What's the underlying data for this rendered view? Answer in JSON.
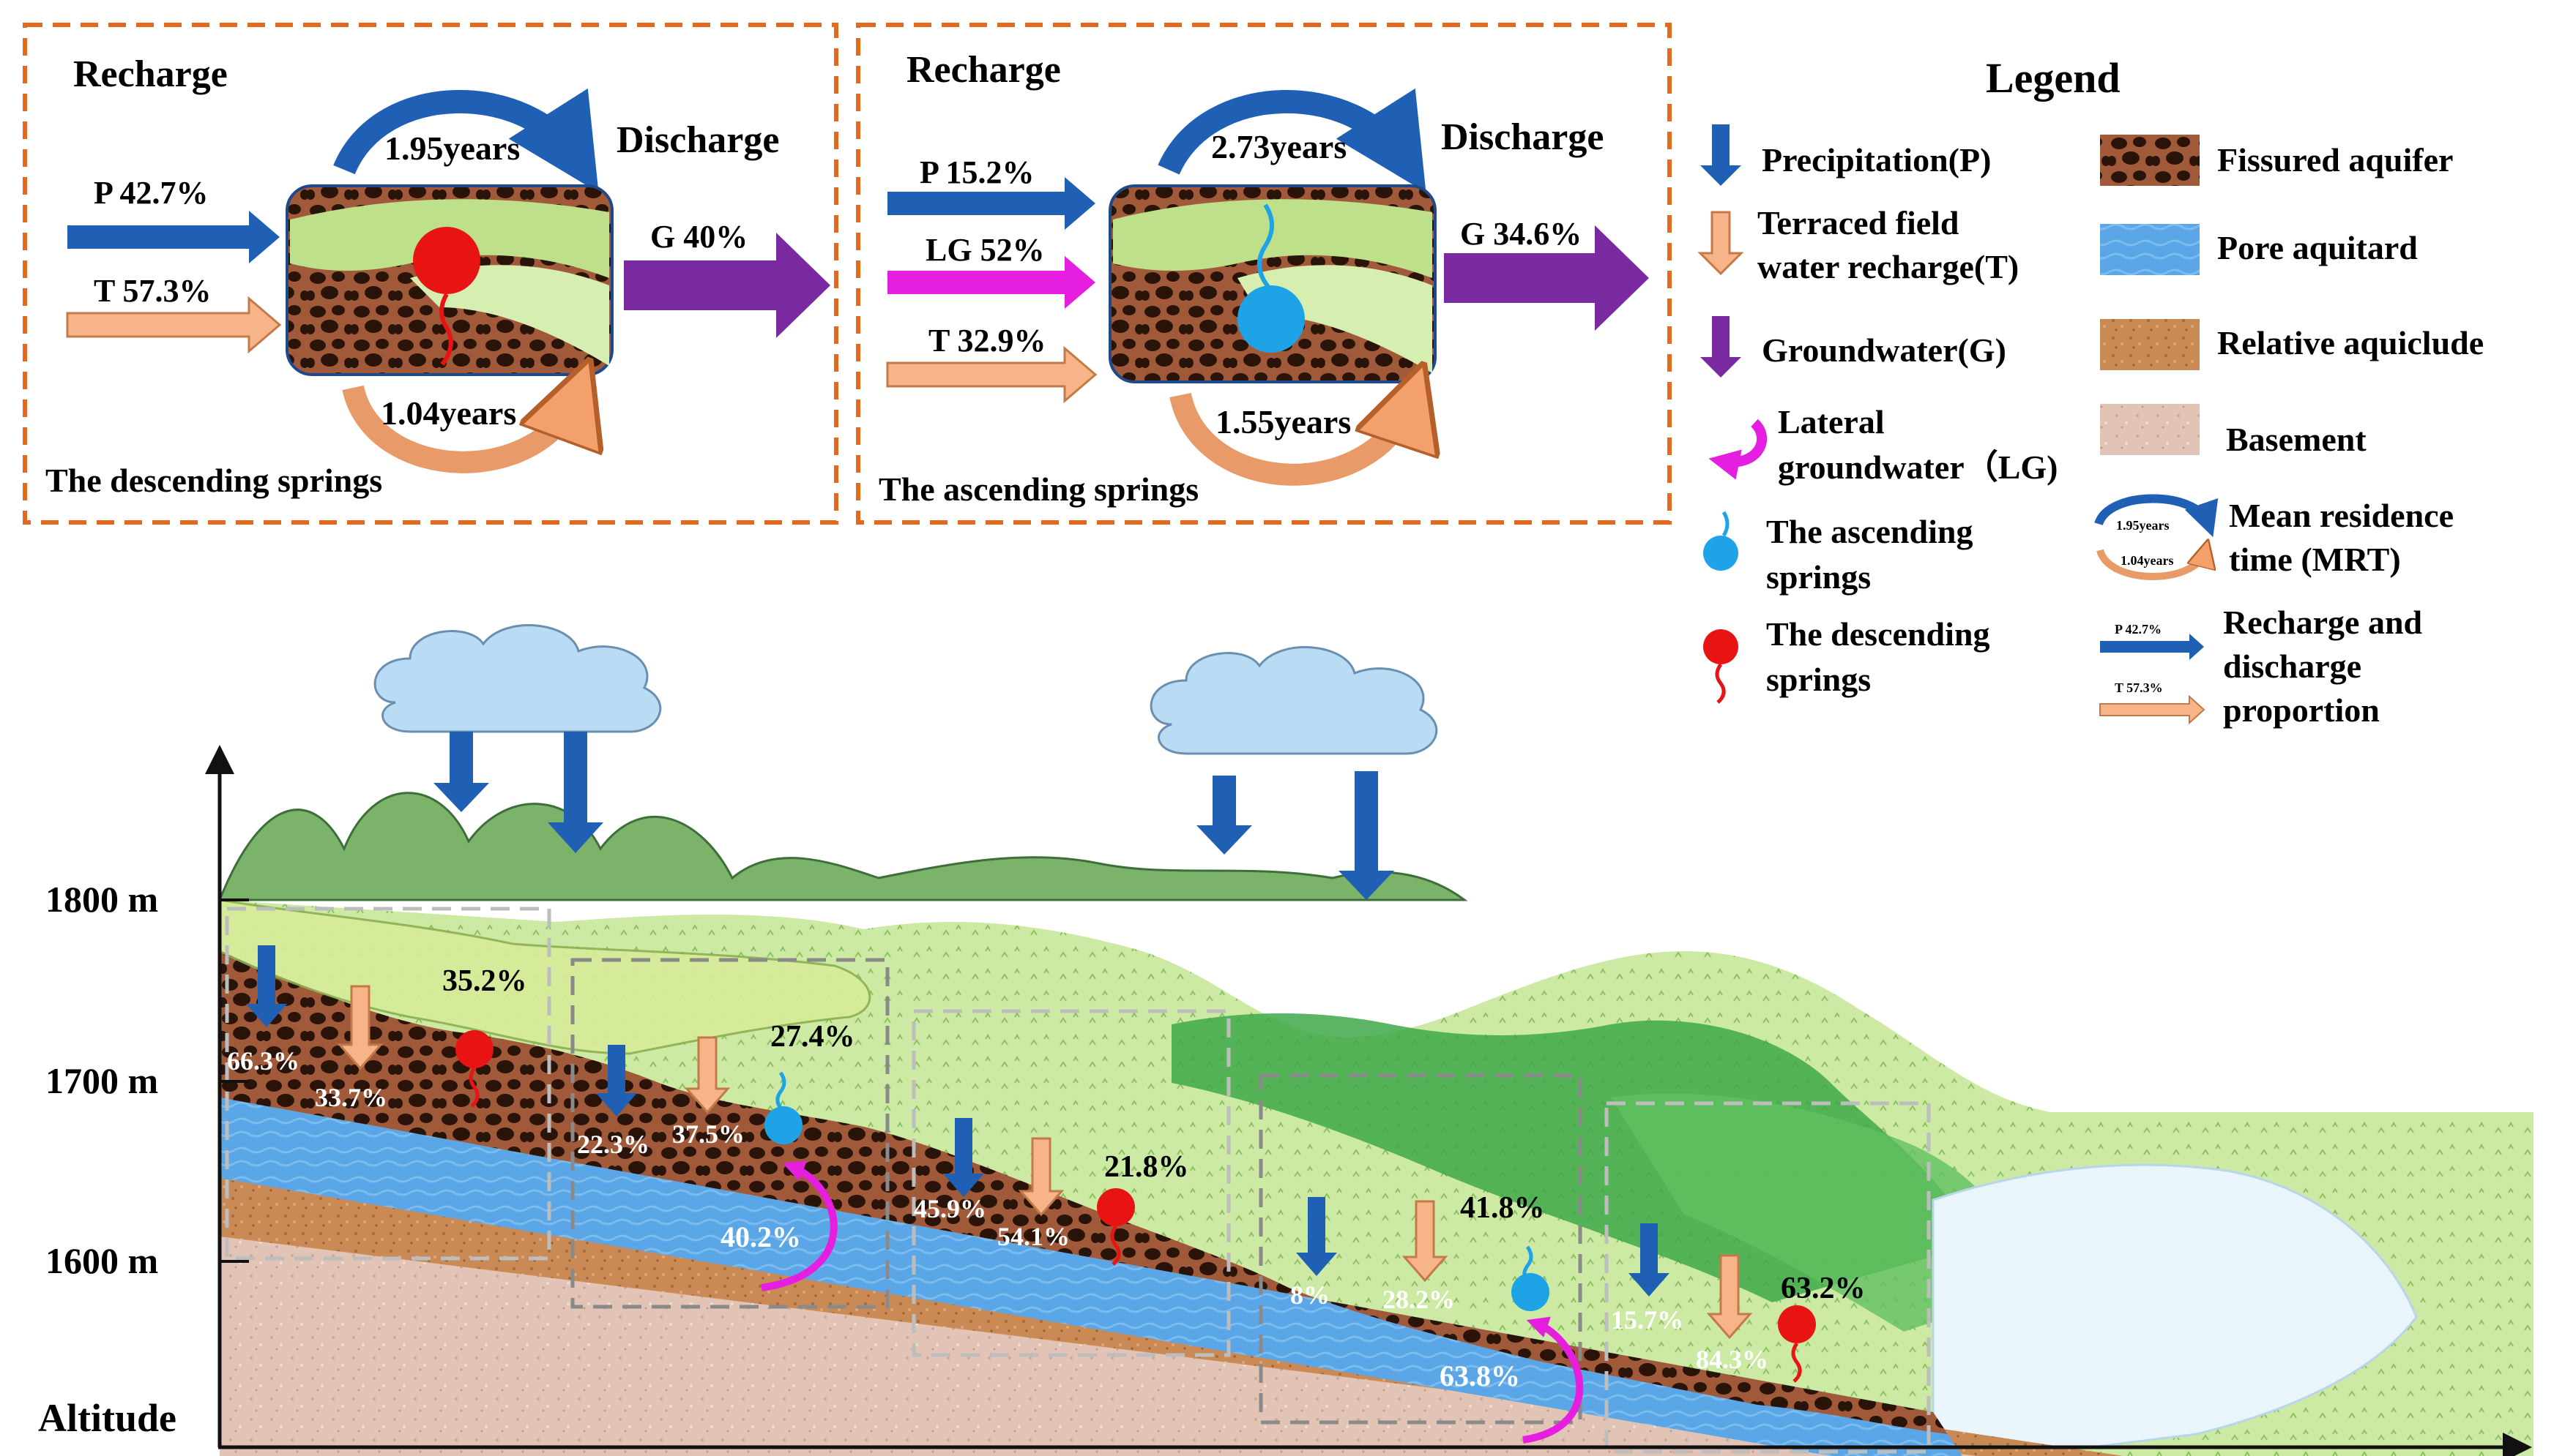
{
  "panel_descending": {
    "recharge_label": "Recharge",
    "discharge_label": "Discharge",
    "inflow_p": "P 42.7%",
    "inflow_t": "T 57.3%",
    "outflow_g": "G 40%",
    "mrt_top": "1.95years",
    "mrt_bottom": "1.04years",
    "caption": "The descending springs"
  },
  "panel_ascending": {
    "recharge_label": "Recharge",
    "discharge_label": "Discharge",
    "inflow_p": "P 15.2%",
    "inflow_lg": "LG 52%",
    "inflow_t": "T 32.9%",
    "outflow_g": "G 34.6%",
    "mrt_top": "2.73years",
    "mrt_bottom": "1.55years",
    "caption": "The ascending springs"
  },
  "legend": {
    "title": "Legend",
    "precipitation": "Precipitation(P)",
    "terraced_1": "Terraced field",
    "terraced_2": "water recharge(T)",
    "groundwater": "Groundwater(G)",
    "lateral_1": "Lateral",
    "lateral_2": "groundwater（LG)",
    "ascending_1": "The ascending",
    "ascending_2": "springs",
    "descending_1": "The descending",
    "descending_2": "springs",
    "fissured": "Fissured aquifer",
    "pore": "Pore aquitard",
    "aquiclude": "Relative aquiclude",
    "basement": "Basement",
    "mrt_1": "Mean residence",
    "mrt_2": "time (MRT)",
    "mrt_icon_top": "1.95years",
    "mrt_icon_bottom": "1.04years",
    "prop_1": "Recharge and",
    "prop_2": "discharge",
    "prop_3": "proportion",
    "prop_icon_p": "P 42.7%",
    "prop_icon_t": "T 57.3%"
  },
  "axis": {
    "y_label": "Altitude",
    "ticks": [
      "1800 m",
      "1700 m",
      "1600 m"
    ]
  },
  "profile_labels": {
    "s1_p": "66.3%",
    "s1_t": "33.7%",
    "s1_out": "35.2%",
    "s2_p": "22.3%",
    "s2_t": "37.5%",
    "s2_out": "27.4%",
    "s2_lg": "40.2%",
    "s3_p": "45.9%",
    "s3_t": "54.1%",
    "s3_out": "21.8%",
    "s4_p": "8%",
    "s4_t": "28.2%",
    "s4_out": "41.8%",
    "s4_lg": "63.8%",
    "s5_p": "15.7%",
    "s5_t": "84.3%",
    "s5_out": "63.2%"
  },
  "colors": {
    "box_border": "#e2691e",
    "blue_arrow": "#1f5fb4",
    "orange_arrow": "#f6b488",
    "purple_arrow": "#7a2aa0",
    "magenta_arrow": "#e61ee0",
    "spring_red": "#e81414",
    "spring_blue": "#1ea3e6",
    "pore": "#5aa6e6",
    "aquifer": "#5a2a12",
    "basement": "#dcbfb0"
  }
}
